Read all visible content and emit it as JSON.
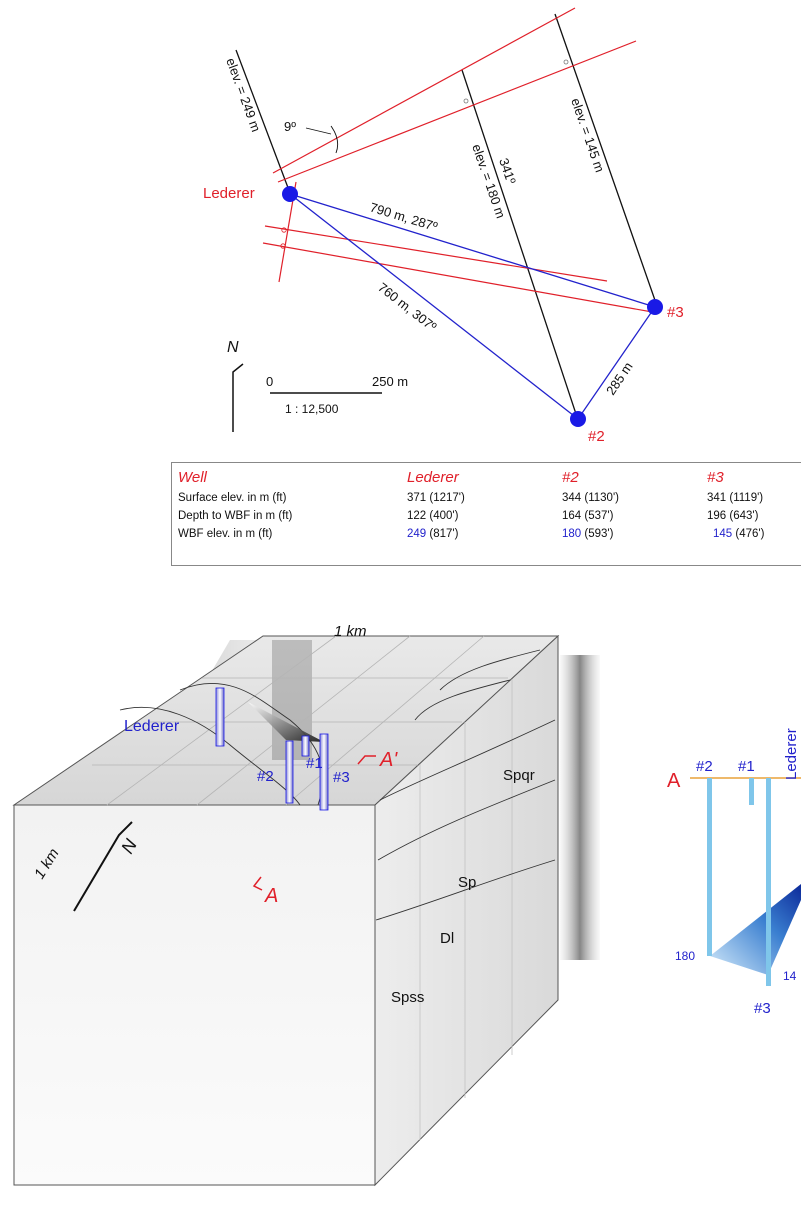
{
  "map": {
    "well_lederer": "Lederer",
    "well_2": "#2",
    "well_3": "#3",
    "label_elev_249": "elev. = 249 m",
    "label_elev_180": "elev. = 180 m",
    "label_elev_145": "elev. = 145 m",
    "label_angle": "9º",
    "label_strike": "341º",
    "label_790": "790 m, 287º",
    "label_760": "760 m, 307º",
    "label_285": "285 m",
    "north": "N",
    "scale_zero": "0",
    "scale_end": "250 m",
    "scale_ratio": "1 : 12,500"
  },
  "table": {
    "headers": [
      "Well",
      "Lederer",
      "#2",
      "#3"
    ],
    "rows": [
      {
        "label": "Surface elev. in m (ft)",
        "lederer": "371 (1217')",
        "w2": "344 (1130')",
        "w3": "341 (1119')"
      },
      {
        "label": "Depth to WBF in m (ft)",
        "lederer": "122 (400')",
        "w2": "164 (537')",
        "w3": "196 (643')"
      },
      {
        "label": "WBF elev. in m (ft)",
        "lederer_a": "249",
        "lederer_b": " (817')",
        "w2_a": "180",
        "w2_b": " (593')",
        "w3_a": "145",
        "w3_b": " (476')"
      }
    ]
  },
  "block": {
    "top_scale": "1 km",
    "side_scale": "1 km",
    "north": "N",
    "well_lederer": "Lederer",
    "well_1": "#1",
    "well_2": "#2",
    "well_3": "#3",
    "section_a": "A",
    "section_a_prime": "A'",
    "unit_spqr": "Spqr",
    "unit_sp": "Sp",
    "unit_dl": "Dl",
    "unit_spss": "Spss"
  },
  "section": {
    "label_a": "A",
    "well_2": "#2",
    "well_1": "#1",
    "well_lederer": "Lederer",
    "elev_180": "180",
    "elev_145_partial": "14",
    "well_3": "#3"
  },
  "colors": {
    "red": "#e0202a",
    "blue": "#2222cc",
    "well_blue": "#1a1ae6",
    "section_blue": "#7fc6ea",
    "orange": "#e8a23a"
  }
}
